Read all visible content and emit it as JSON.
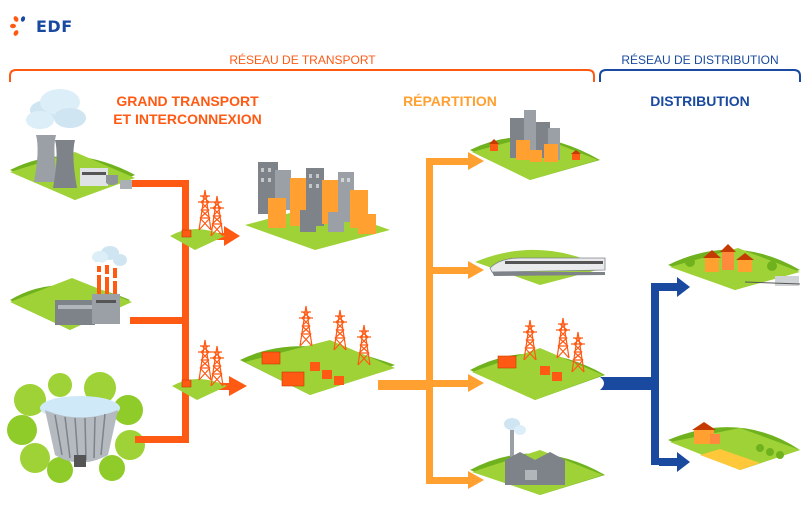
{
  "logo": {
    "text": "EDF"
  },
  "sections": {
    "transport": "RÉSEAU DE TRANSPORT",
    "distribution": "RÉSEAU DE DISTRIBUTION"
  },
  "stages": {
    "grand_transport_line1": "GRAND TRANSPORT",
    "grand_transport_line2": "ET INTERCONNEXION",
    "repartition": "RÉPARTITION",
    "distribution": "DISTRIBUTION"
  },
  "colors": {
    "transport_orange": "#ff5a14",
    "repartition_orange": "#ffa030",
    "distribution_blue": "#1a4aa0",
    "ground_green": "#9fd236",
    "hill_green": "#6fb21e"
  },
  "icons": {
    "producers": [
      "nuclear-plant-icon",
      "thermal-plant-icon",
      "hydro-dam-icon"
    ],
    "consumers_transport": [
      "industrial-city-icon",
      "transformer-substation-icon"
    ],
    "consumers_repartition": [
      "town-icon",
      "high-speed-train-icon",
      "substation-icon",
      "factory-icon"
    ],
    "consumers_distribution": [
      "village-icon",
      "farm-house-icon"
    ]
  }
}
